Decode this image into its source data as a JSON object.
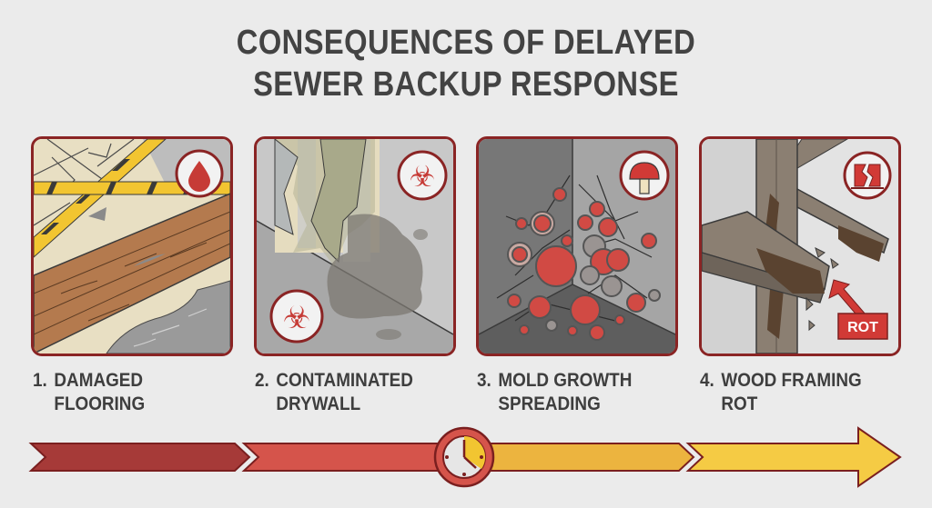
{
  "title": {
    "line1": "CONSEQUENCES OF DELAYED",
    "line2": "SEWER BACKUP RESPONSE"
  },
  "steps": [
    {
      "number": "1.",
      "line1": "DAMAGED",
      "line2": "FLOORING",
      "icon": "water-drop-icon"
    },
    {
      "number": "2.",
      "line1": "CONTAMINATED",
      "line2": "DRYWALL",
      "icon": "biohazard-icon"
    },
    {
      "number": "3.",
      "line1": "MOLD GROWTH",
      "line2": "SPREADING",
      "icon": "mushroom-icon"
    },
    {
      "number": "4.",
      "line1": "WOOD FRAMING",
      "line2": "ROT",
      "icon": "broken-beam-icon",
      "callout": "ROT"
    }
  ],
  "timeline": {
    "icon": "clock-icon",
    "segment_colors": [
      "#a63a38",
      "#d5544b",
      "#ecb43f",
      "#f5cb44"
    ],
    "border_color": "#7a1f1f"
  },
  "colors": {
    "background": "#ebebeb",
    "title": "#434343",
    "panel_border": "#8a2424",
    "accent_red": "#d13a36",
    "accent_yellow": "#f2c531"
  }
}
